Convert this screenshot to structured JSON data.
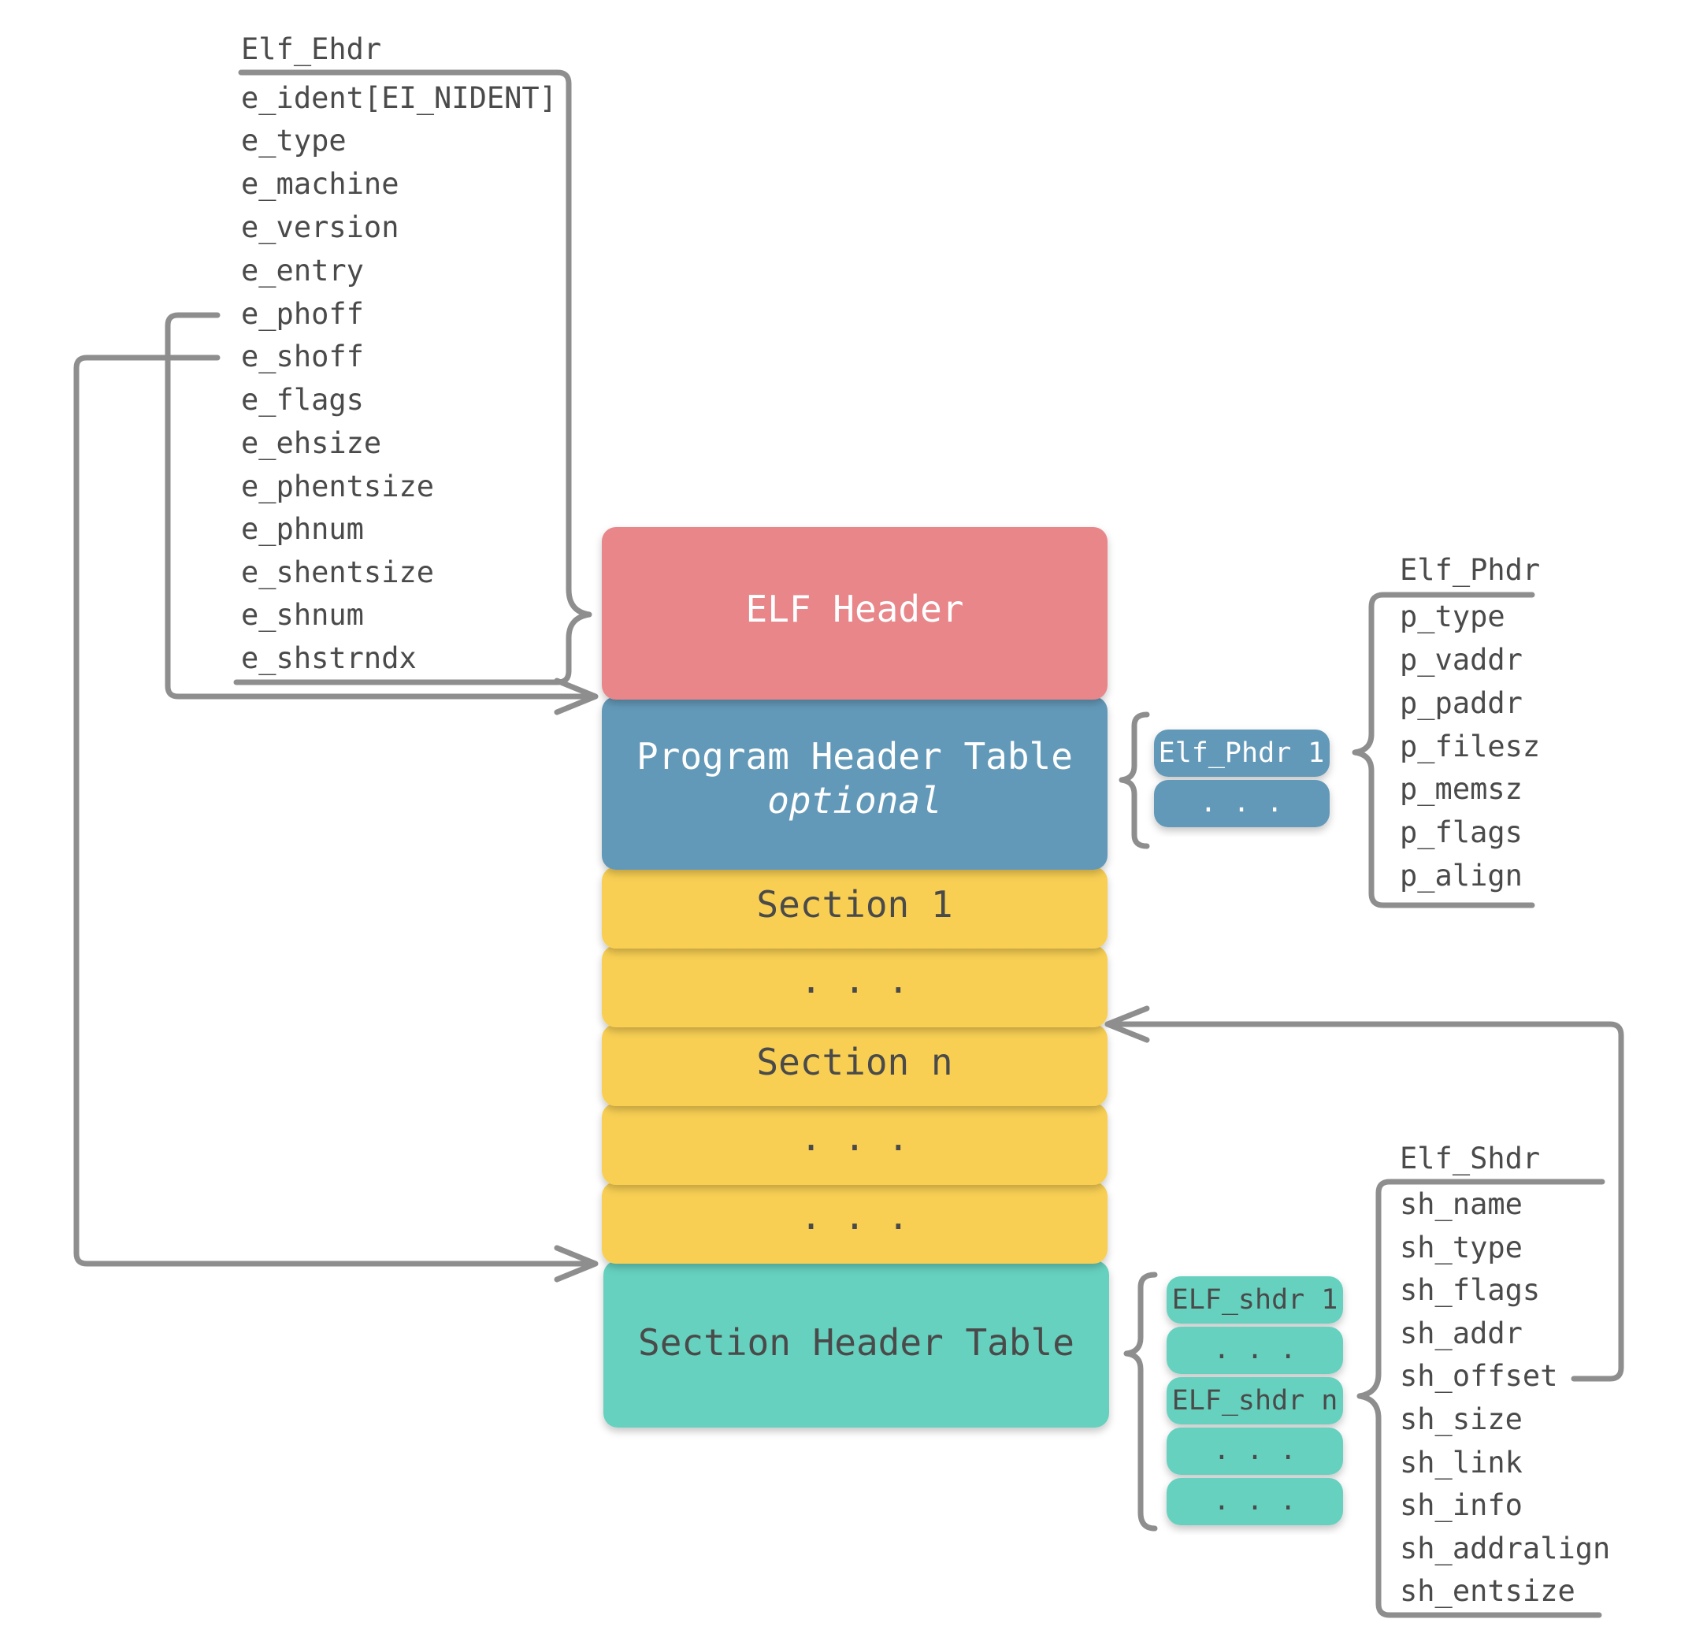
{
  "colors": {
    "elf_header": "#e8868a",
    "program_header_table": "#6399b8",
    "section": "#f8cf53",
    "section_header_table": "#66d1bf",
    "connector": "#8e8e8e",
    "text_dark": "#4a4a4a",
    "text_light": "#ffffff"
  },
  "ehdr": {
    "title": "Elf_Ehdr",
    "fields": [
      "e_ident[EI_NIDENT]",
      "e_type",
      "e_machine",
      "e_version",
      "e_entry",
      "e_phoff",
      "e_shoff",
      "e_flags",
      "e_ehsize",
      "e_phentsize",
      "e_phnum",
      "e_shentsize",
      "e_shnum",
      "e_shstrndx"
    ]
  },
  "blocks": {
    "elf_header": "ELF Header",
    "program_header_table": "Program Header Table",
    "program_header_table_note": "optional",
    "section_1": "Section 1",
    "ellipsis_1": ". . .",
    "section_n": "Section n",
    "ellipsis_2": ". . .",
    "ellipsis_3": ". . .",
    "section_header_table": "Section Header Table"
  },
  "phdr_entries": [
    "Elf_Phdr 1",
    ". . ."
  ],
  "phdr": {
    "title": "Elf_Phdr",
    "fields": [
      "p_type",
      "p_vaddr",
      "p_paddr",
      "p_filesz",
      "p_memsz",
      "p_flags",
      "p_align"
    ]
  },
  "shdr_entries": [
    "ELF_shdr 1",
    ". . .",
    "ELF_shdr n",
    ". . .",
    ". . ."
  ],
  "shdr": {
    "title": "Elf_Shdr",
    "fields": [
      "sh_name",
      "sh_type",
      "sh_flags",
      "sh_addr",
      "sh_offset",
      "sh_size",
      "sh_link",
      "sh_info",
      "sh_addralign",
      "sh_entsize"
    ]
  }
}
